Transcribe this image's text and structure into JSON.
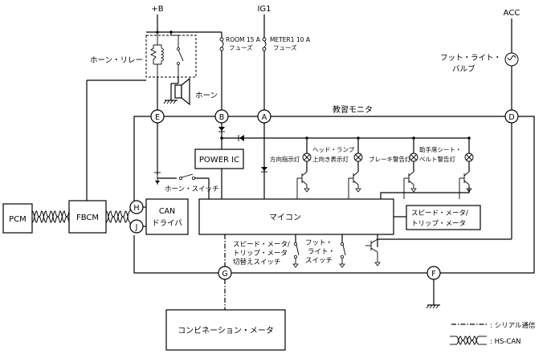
{
  "supplies": {
    "plus_b": "+B",
    "ig1": "IG1",
    "acc": "ACC"
  },
  "fuses": {
    "room": {
      "name": "ROOM 15 A",
      "type": "フューズ"
    },
    "meter": {
      "name": "METER1 10 A",
      "type": "フューズ"
    }
  },
  "components": {
    "horn_relay": "ホーン・リレー",
    "horn": "ホーン",
    "foot_light_bulb": [
      "フット・ライト・",
      "バルブ"
    ],
    "power_ic": "POWER IC",
    "horn_switch": "ホーン・スイッチ",
    "can_driver": [
      "CAN",
      "ドライバ"
    ],
    "microcomputer": "マイコン",
    "speed_trip_meter": [
      "スピード・メータ/",
      "トリップ・メータ"
    ],
    "speed_trip_select_switch": [
      "スピード・メータ/",
      "トリップ・メータ",
      "切替えスイッチ"
    ],
    "foot_light_switch": [
      "フット・",
      "ライト・",
      "スイッチ"
    ],
    "pcm": "PCM",
    "fbcm": "FBCM",
    "combination_meter": "コンビネーション・メータ",
    "instrument_monitor": "教習モニタ"
  },
  "lamps": {
    "turn": "方向指示灯",
    "headlamp_high": [
      "ヘッド・ランプ",
      "上向き表示灯"
    ],
    "brake": "ブレーキ警告灯",
    "passenger_seatbelt": [
      "助手席シート・",
      "ベルト警告灯"
    ]
  },
  "terminals": [
    "E",
    "B",
    "A",
    "D",
    "H",
    "J",
    "G",
    "F"
  ],
  "legend": {
    "serial": ": シリアル通信",
    "hs_can": ": HS-CAN"
  }
}
